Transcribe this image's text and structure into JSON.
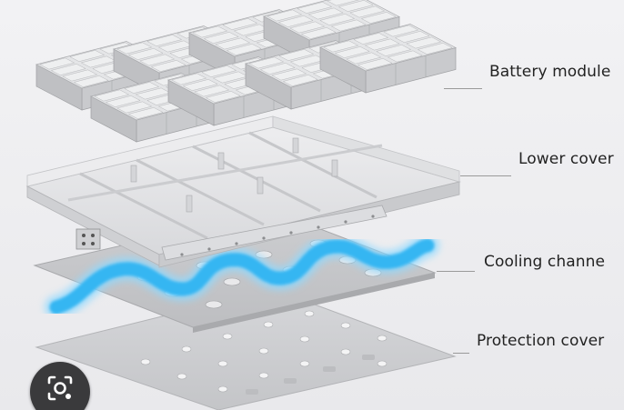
{
  "labels": {
    "battery_module": "Battery module",
    "lower_cover": "Lower cover",
    "cooling_channel": "Cooling channe",
    "protection_cover": "Protection cover"
  },
  "colors": {
    "coolant": "#35b6f2",
    "coolant_glow": "#8fd9ff",
    "plate": "#cfd0d3",
    "tray": "#e3e4e6",
    "module": "#dedfe1",
    "button": "#3a3a3c"
  },
  "icons": {
    "lens": "image-search-icon"
  }
}
